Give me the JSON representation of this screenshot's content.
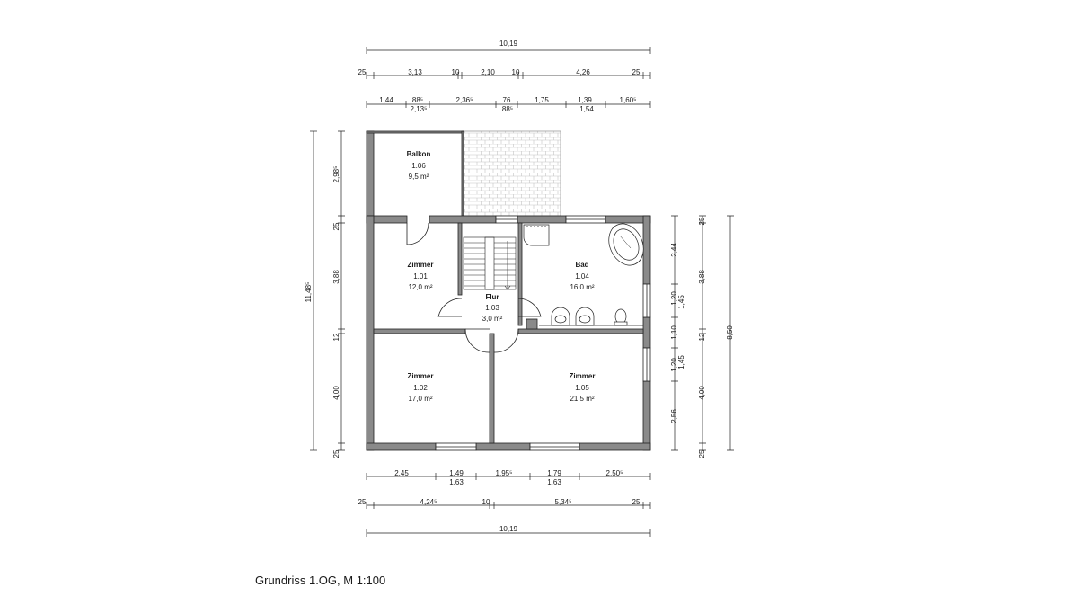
{
  "caption": "Grundriss 1.OG, M 1:100",
  "rooms": [
    {
      "name": "Balkon",
      "number": "1.06",
      "area": "9,5 m²"
    },
    {
      "name": "Zimmer",
      "number": "1.01",
      "area": "12,0 m²"
    },
    {
      "name": "Flur",
      "number": "1.03",
      "area": "3,0 m²"
    },
    {
      "name": "Bad",
      "number": "1.04",
      "area": "16,0 m²"
    },
    {
      "name": "Zimmer",
      "number": "1.02",
      "area": "17,0 m²"
    },
    {
      "name": "Zimmer",
      "number": "1.05",
      "area": "21,5 m²"
    }
  ],
  "dims": {
    "top_total": "10,19",
    "top_row2": [
      "25",
      "3,13",
      "10",
      "2,10",
      "10",
      "4,26",
      "25"
    ],
    "top_row3a": [
      "1,44",
      "88⁵",
      "2,36⁵",
      "76",
      "1,75",
      "1,39",
      "1,60⁵"
    ],
    "top_row3b": [
      "2,13⁵",
      "88⁵",
      "1,54"
    ],
    "bottom_row1a": [
      "2,45",
      "1,49",
      "1,95⁵",
      "1,79",
      "2,50⁵"
    ],
    "bottom_row1b": [
      "1,63",
      "1,63"
    ],
    "bottom_row2": [
      "25",
      "4,24⁵",
      "10",
      "5,34⁵",
      "25"
    ],
    "bottom_total": "10,19",
    "left_total": "11,48⁵",
    "left_segments": [
      "2,98⁵",
      "25",
      "3,88",
      "12",
      "4,00",
      "25"
    ],
    "right_inner": [
      "2,44",
      "1,20",
      "1,45",
      "1,10",
      "1,20",
      "1,45",
      "2,56"
    ],
    "right_segments": [
      "25",
      "3,88",
      "12",
      "4,00",
      "25"
    ],
    "right_total": "8,50"
  }
}
